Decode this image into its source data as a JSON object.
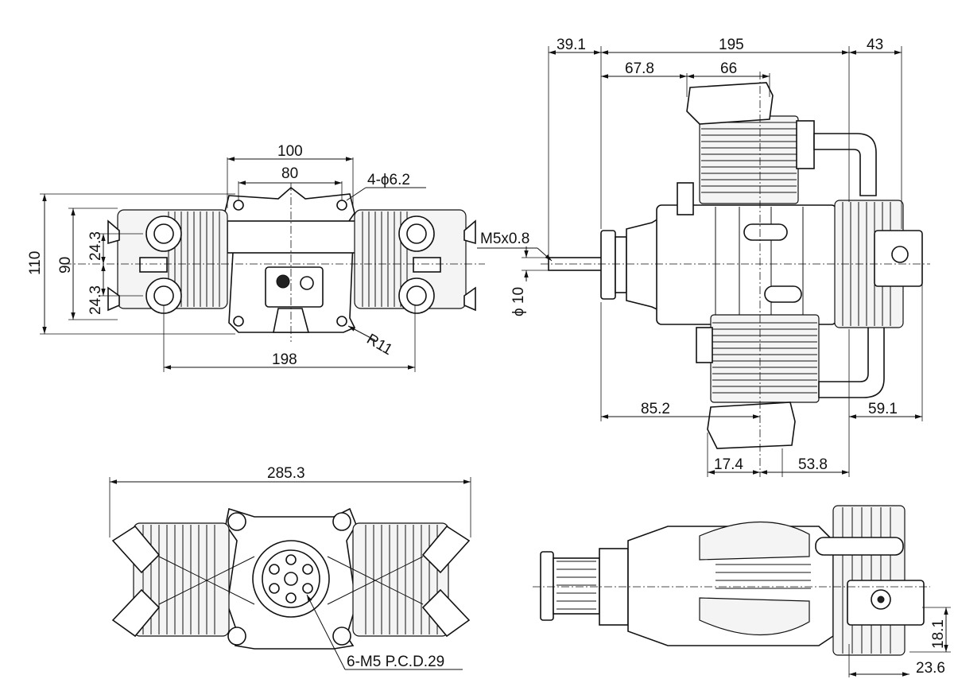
{
  "views": {
    "front": {
      "dims": {
        "w100": "100",
        "w80": "80",
        "holes": "4-ϕ6.2",
        "h110": "110",
        "h90": "90",
        "h243a": "24.3",
        "h243b": "24.3",
        "w198": "198",
        "r11": "R11"
      }
    },
    "side": {
      "dims": {
        "d391": "39.1",
        "d195": "195",
        "d43": "43",
        "d678": "67.8",
        "d66": "66",
        "thread": "M5x0.8",
        "shaft": "ϕ 10",
        "d852": "85.2",
        "d591": "59.1",
        "d174": "17.4",
        "d538": "53.8"
      }
    },
    "top": {
      "dims": {
        "d2853": "285.3",
        "pcd": "6-M5 P.C.D.29"
      }
    },
    "bottom": {
      "dims": {
        "d181": "18.1",
        "d236": "23.6"
      }
    }
  }
}
